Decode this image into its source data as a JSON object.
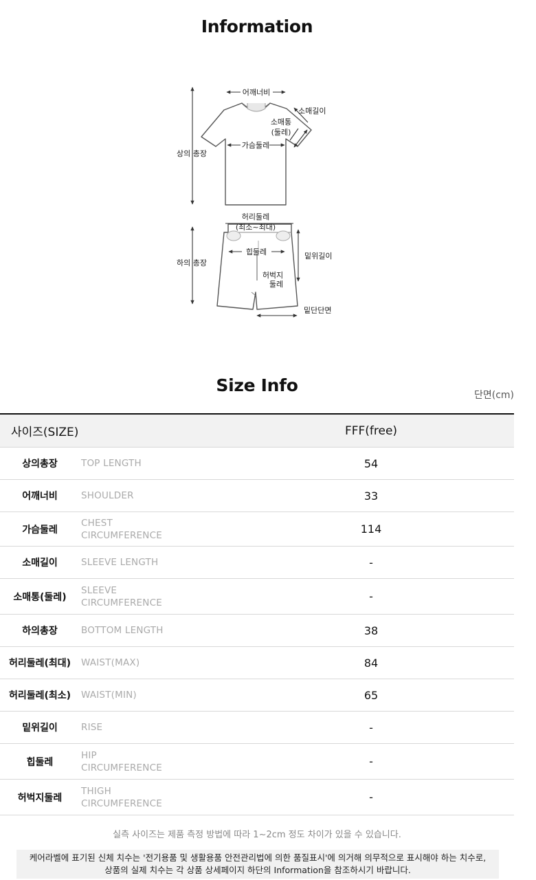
{
  "information": {
    "title": "Information",
    "top_labels": {
      "shoulder": "어깨너비",
      "sleeve_length": "소매길이",
      "sleeve_circ_1": "소매통",
      "sleeve_circ_2": "(둘레)",
      "chest": "가슴둘레",
      "top_length": "상의 총장"
    },
    "bottom_labels": {
      "waist_1": "허리둘레",
      "waist_2": "(최소~최대)",
      "hip": "힙둘레",
      "thigh_1": "허벅지",
      "thigh_2": "둘레",
      "rise": "밑위길이",
      "hem": "밑단단면",
      "bottom_length": "하의 총장"
    }
  },
  "size_info": {
    "title": "Size Info",
    "unit": "단면(cm)",
    "header_label": "사이즈(SIZE)",
    "header_size": "FFF(free)",
    "rows": [
      {
        "ko": "상의총장",
        "en1": "TOP LENGTH",
        "en2": "",
        "value": "54"
      },
      {
        "ko": "어깨너비",
        "en1": "SHOULDER",
        "en2": "",
        "value": "33"
      },
      {
        "ko": "가슴둘레",
        "en1": "CHEST",
        "en2": "CIRCUMFERENCE",
        "value": "114"
      },
      {
        "ko": "소매길이",
        "en1": "SLEEVE LENGTH",
        "en2": "",
        "value": "-"
      },
      {
        "ko": "소매통(둘레)",
        "en1": "SLEEVE",
        "en2": "CIRCUMFERENCE",
        "value": "-"
      },
      {
        "ko": "하의총장",
        "en1": "BOTTOM LENGTH",
        "en2": "",
        "value": "38"
      },
      {
        "ko": "허리둘레(최대)",
        "en1": "WAIST(MAX)",
        "en2": "",
        "value": "84"
      },
      {
        "ko": "허리둘레(최소)",
        "en1": "WAIST(MIN)",
        "en2": "",
        "value": "65"
      },
      {
        "ko": "밑위길이",
        "en1": "RISE",
        "en2": "",
        "value": "-"
      },
      {
        "ko": "힙둘레",
        "en1": "HIP",
        "en2": "CIRCUMFERENCE",
        "value": "-"
      },
      {
        "ko": "허벅지둘레",
        "en1": "THIGH",
        "en2": "CIRCUMFERENCE",
        "value": "-"
      }
    ]
  },
  "notes": {
    "disclaimer": "실측 사이즈는 제품 측정 방법에 따라 1~2cm 정도 차이가 있을 수 있습니다.",
    "care_label_1": "케어라벨에 표기된 신체 치수는 '전기용품 및 생활용품 안전관리법에 의한 품질표시'에 의거해 의무적으로 표시해야 하는 치수로,",
    "care_label_2": "상품의 실제 치수는 각 상품 상세페이지 하단의 Information을 참조하시기 바랍니다."
  }
}
